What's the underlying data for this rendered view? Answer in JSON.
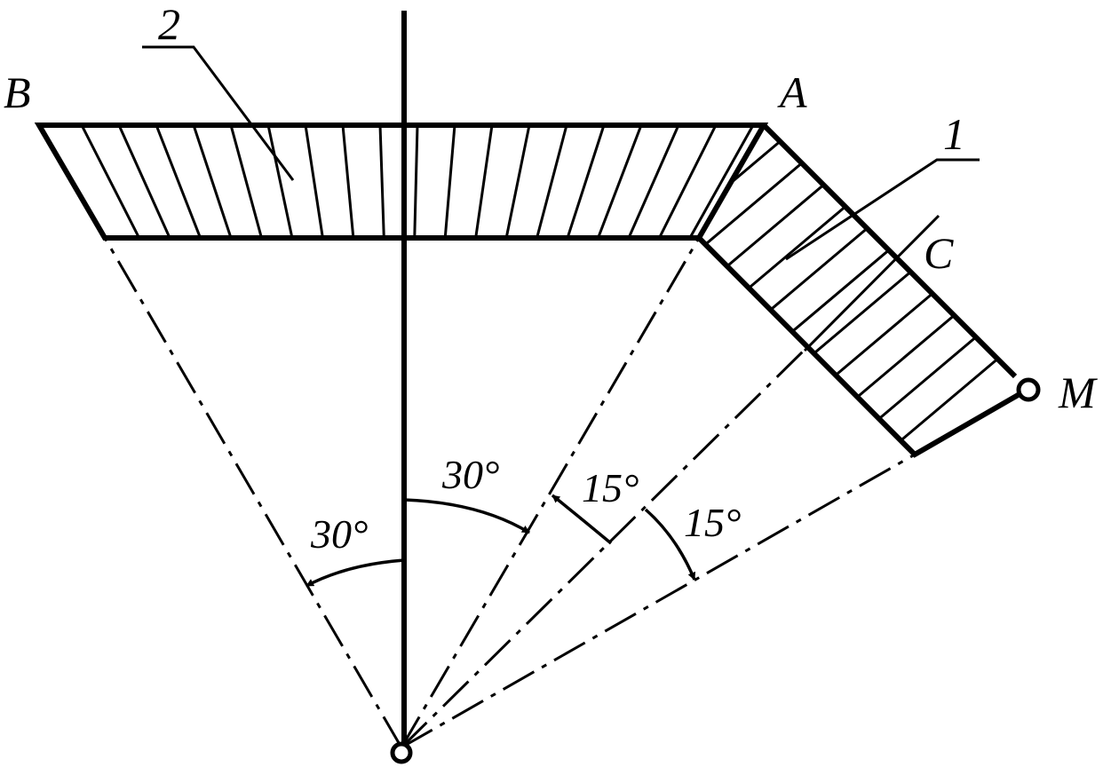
{
  "diagram": {
    "points": {
      "A": "A",
      "B": "B",
      "C": "C",
      "M": "M"
    },
    "parts": {
      "part1": "1",
      "part2": "2"
    },
    "angles": {
      "left_30": "30°",
      "right_30": "30°",
      "first_15": "15°",
      "second_15": "15°"
    }
  }
}
